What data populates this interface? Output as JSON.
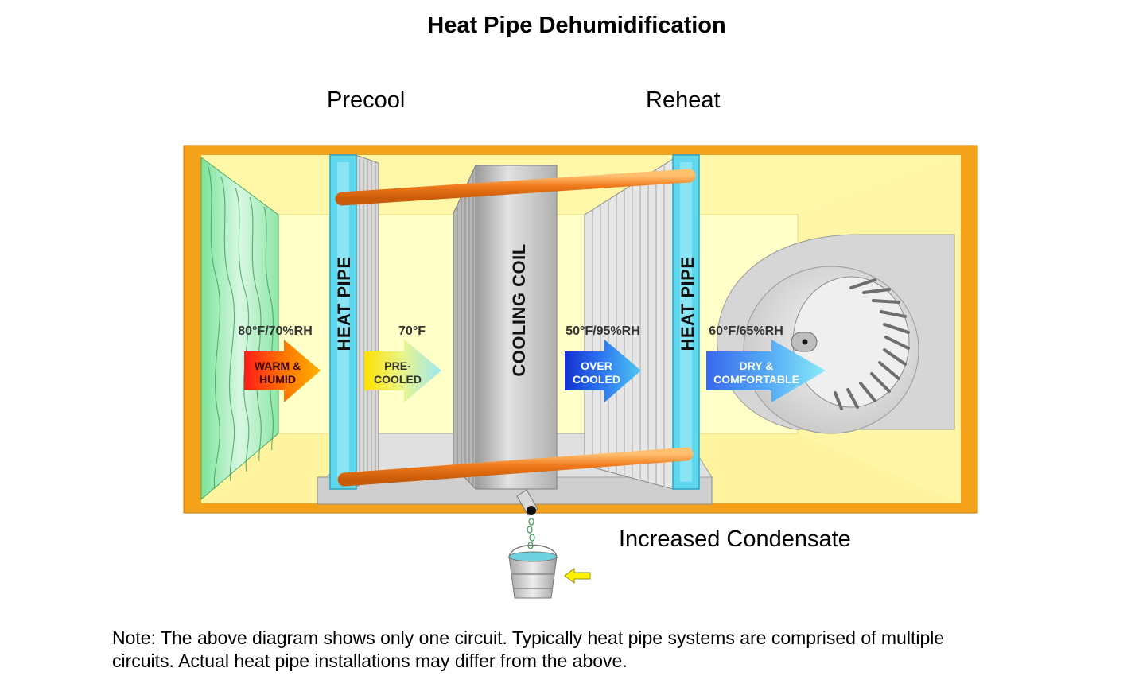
{
  "title": "Heat Pipe Dehumidification",
  "section_labels": {
    "precool": "Precool",
    "reheat": "Reheat"
  },
  "components": {
    "heat_pipe_left": "HEAT PIPE",
    "cooling_coil": "COOLING COIL",
    "heat_pipe_right": "HEAT PIPE"
  },
  "stages": [
    {
      "temp": "80°F/70%RH",
      "line1": "WARM &",
      "line2": "HUMID"
    },
    {
      "temp": "70°F",
      "line1": "PRE-",
      "line2": "COOLED"
    },
    {
      "temp": "50°F/95%RH",
      "line1": "OVER",
      "line2": "COOLED"
    },
    {
      "temp": "60°F/65%RH",
      "line1": "DRY &",
      "line2": "COMFORTABLE"
    }
  ],
  "condensate_label": "Increased Condensate",
  "note": {
    "line1": "Note: The above diagram shows only one circuit.  Typically heat pipe systems are comprised of multiple",
    "line2": "circuits.  Actual heat pipe installations may differ from the above."
  },
  "colors": {
    "housing": "#F5A21B",
    "interior": "#FFFF9E",
    "heat_pipe": "#5DD8EE",
    "pipe": "#F07A1C",
    "coil": "#C8C8C8"
  }
}
